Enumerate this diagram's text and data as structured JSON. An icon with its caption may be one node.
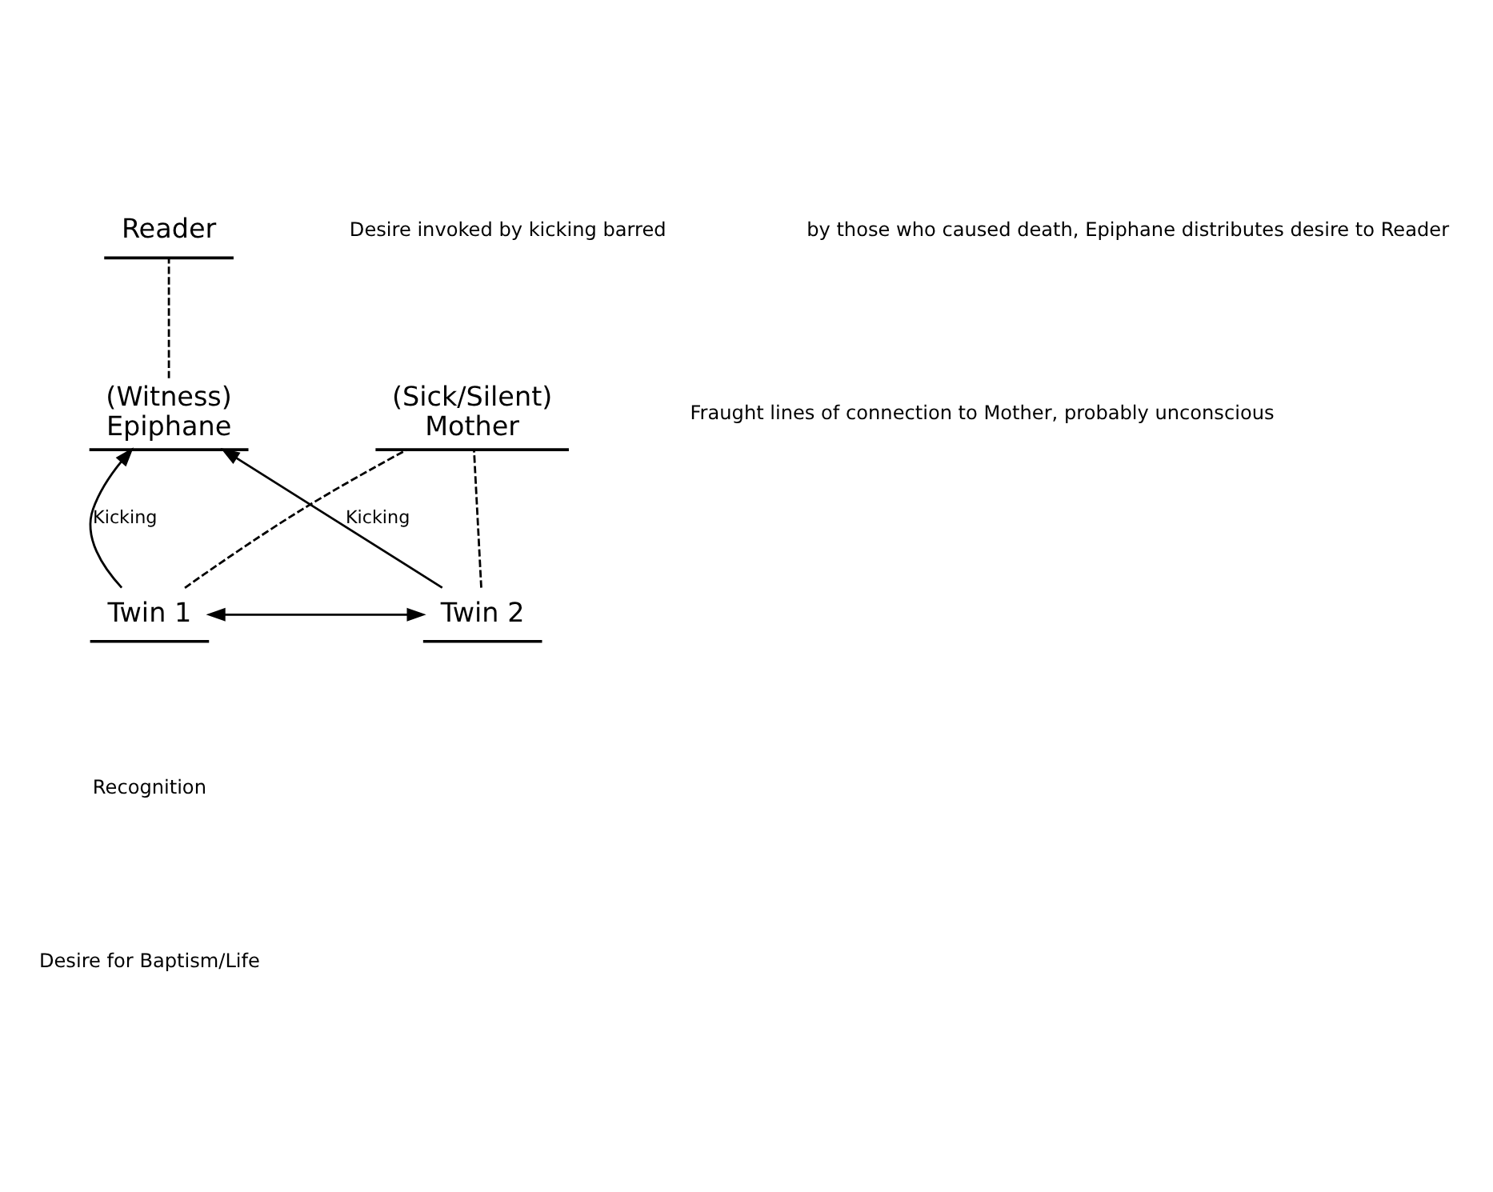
{
  "diagram": {
    "nodes": [
      {
        "text": [
          "Reader"
        ]
      },
      {
        "text": [
          "(Witness)",
          "Epiphane"
        ]
      },
      {
        "text": [
          "(Sick/Silent)",
          "Mother"
        ]
      },
      {
        "text": [
          "Twin 1"
        ]
      },
      {
        "text": [
          "Twin 2"
        ]
      }
    ],
    "edges": [
      {
        "from": 3,
        "to": 1,
        "arrow": "to",
        "label": "Kicking"
      },
      {
        "from": 4,
        "to": 1,
        "arrow": "to",
        "label": "Kicking"
      },
      {
        "from": 3,
        "to": 4,
        "arrow": "both"
      },
      {
        "from": 3,
        "to": 2,
        "arrow": "none",
        "style": "dashed"
      },
      {
        "from": 4,
        "to": 2,
        "arrow": "none",
        "style": "dashed"
      },
      {
        "from": 1,
        "to": 0,
        "arrow": "none",
        "style": "dashed"
      }
    ],
    "labels": [
      "Desire invoked by kicking barred",
      "by those who caused death, Epiphane distributes desire to Reader",
      "Fraught lines of connection to Mother, probably unconscious",
      "Recognition",
      "Desire for Baptism/Life"
    ]
  }
}
